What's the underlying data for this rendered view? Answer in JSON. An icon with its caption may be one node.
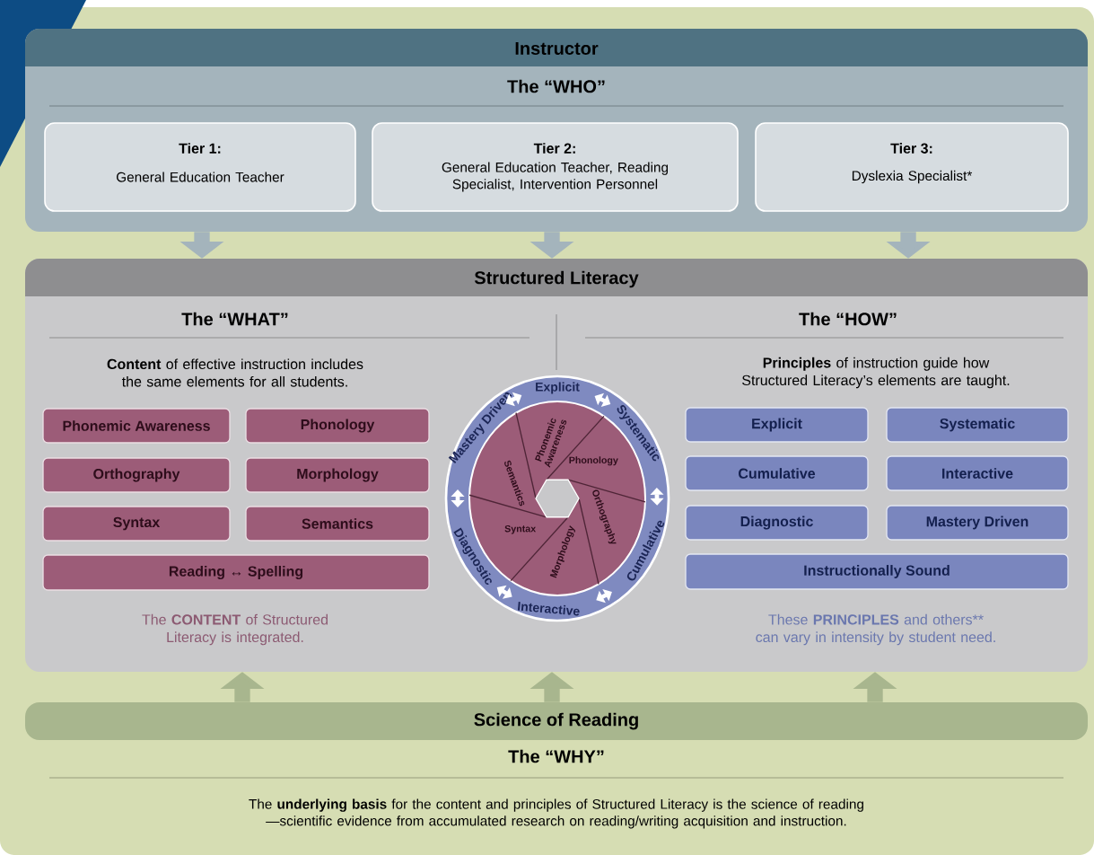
{
  "diagram": {
    "nodes": [
      {
        "text": [
          "Instructor",
          "The “WHO”"
        ]
      },
      {
        "text": [
          "Tier 1:",
          "General Education Teacher"
        ],
        "in": 0
      },
      {
        "text": [
          "Tier 2:",
          "General Education Teacher, Reading Specialist, Intervention Personnel"
        ],
        "in": 0
      },
      {
        "text": [
          "Tier 3:",
          "Dyslexia Specialist*"
        ],
        "in": 0
      },
      {
        "text": [
          "Structured Literacy",
          "The “WHAT”",
          "**Content** of effective instruction includes the same elements for all students.",
          "The **CONTENT** of Structured Literacy is integrated.",
          "The “HOW”",
          "**Principles** of instruction guide how Structured Literacy’s elements are taught.",
          "These **PRINCIPLES** and others** can vary in intensity by student need."
        ]
      },
      {
        "text": [
          "Phonemic Awareness"
        ],
        "in": 4
      },
      {
        "text": [
          "Phonology"
        ],
        "in": 4
      },
      {
        "text": [
          "Orthography"
        ],
        "in": 4
      },
      {
        "text": [
          "Morphology"
        ],
        "in": 4
      },
      {
        "text": [
          "Syntax"
        ],
        "in": 4
      },
      {
        "text": [
          "Semantics"
        ],
        "in": 4
      },
      {
        "text": [
          "Reading ↔ Spelling"
        ],
        "in": 4
      },
      {
        "text": [
          "Explicit",
          "Systematic",
          "Cumulative",
          "Interactive",
          "Diagnostic",
          "Mastery Driven"
        ],
        "in": 4
      },
      {
        "text": [
          "Phonemic Awareness",
          "Phonology",
          "Orthography",
          "Morphology",
          "Syntax",
          "Semantics"
        ],
        "in": 12
      },
      {
        "text": [
          "Explicit"
        ],
        "in": 4
      },
      {
        "text": [
          "Systematic"
        ],
        "in": 4
      },
      {
        "text": [
          "Cumulative"
        ],
        "in": 4
      },
      {
        "text": [
          "Interactive"
        ],
        "in": 4
      },
      {
        "text": [
          "Diagnostic"
        ],
        "in": 4
      },
      {
        "text": [
          "Mastery Driven"
        ],
        "in": 4
      },
      {
        "text": [
          "Instructionally Sound"
        ],
        "in": 4
      },
      {
        "text": [
          "Science of Reading",
          "The “WHY”",
          "The **underlying basis** for the content and principles of Structured Literacy is the science of reading —scientific evidence from accumulated research on reading/writing acquisition and instruction."
        ]
      }
    ],
    "edges": [
      {
        "from": 0,
        "to": 4,
        "arrow": "to"
      },
      {
        "from": 0,
        "to": 4,
        "arrow": "to"
      },
      {
        "from": 0,
        "to": 4,
        "arrow": "to"
      },
      {
        "from": 21,
        "to": 4,
        "arrow": "to",
        "color": "#a8b68e"
      },
      {
        "from": 21,
        "to": 4,
        "arrow": "to",
        "color": "#a8b68e"
      },
      {
        "from": 21,
        "to": 4,
        "arrow": "to",
        "color": "#a8b68e"
      }
    ]
  }
}
